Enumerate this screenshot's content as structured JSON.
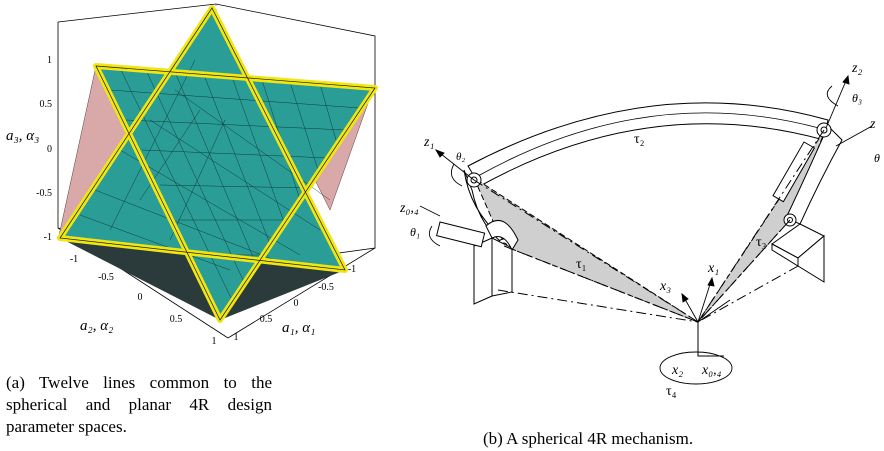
{
  "figure_a": {
    "axis_labels": {
      "vertical": "a₃, α₃",
      "left_floor": "a₂, α₂",
      "right_floor": "a₁, α₁"
    },
    "vertical_ticks": [
      "1",
      "0.5",
      "0",
      "-0.5",
      "-1"
    ],
    "left_floor_ticks": [
      "-1",
      "-0.5",
      "0",
      "0.5",
      "1"
    ],
    "right_floor_ticks": [
      "-1",
      "-0.5",
      "0",
      "0.5",
      "1"
    ],
    "colors": {
      "face": "#2a9d96",
      "surface": "#d9a8a8",
      "edge": "#f0e614",
      "mesh": "#0a1a1a"
    },
    "caption": "(a) Twelve lines common to the spherical and planar 4R design parameter spaces."
  },
  "figure_b": {
    "labels": {
      "z1": "z₁",
      "z2": "z₂",
      "z_cut": "z",
      "z04": "z₀,₄",
      "theta1": "θ₁",
      "theta2": "θ₂",
      "theta3": "θ₃",
      "theta_cut": "θ",
      "tau1": "τ₁",
      "tau2": "τ₂",
      "tau3": "τ₃",
      "tau4": "τ₄",
      "x1": "x₁",
      "x2": "x₂",
      "x3": "x₃",
      "x04": "x₀,₄"
    },
    "caption": "(b) A spherical 4R mechanism."
  }
}
